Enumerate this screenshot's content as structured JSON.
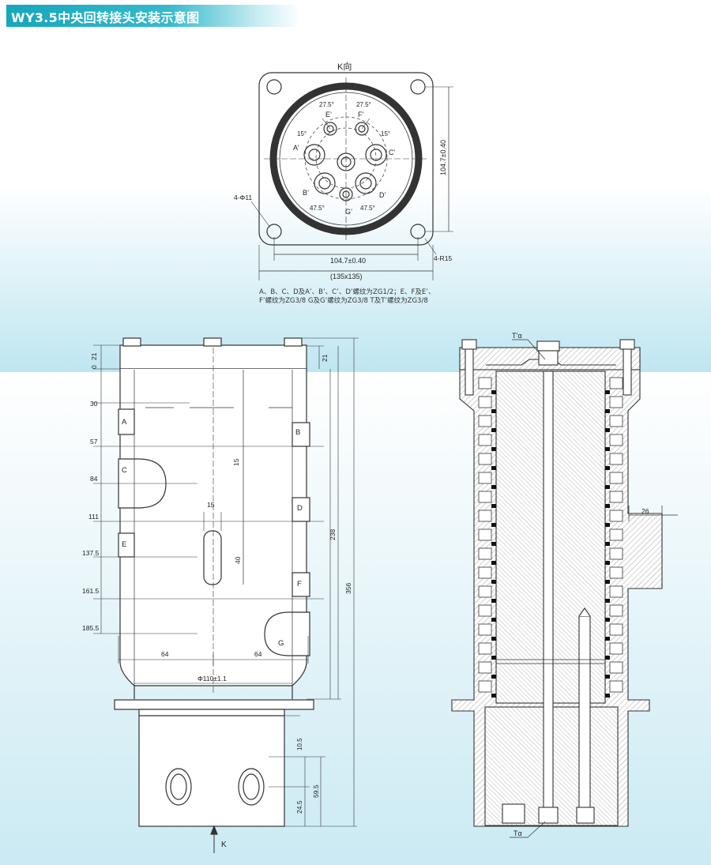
{
  "title": "WY3.5中央回转接头安装示意图",
  "note": "A、B、C、D及A’、B’、C’、D’螺纹为ZG1/2；E、F及E’、F’螺纹为ZG3/8 G及G’螺纹为ZG3/8 T及T’螺纹为ZG3/8",
  "top_view": {
    "view_label": "K向",
    "port_labels": [
      "E’",
      "F’",
      "A’",
      "C’",
      "B’",
      "D’",
      "G’"
    ],
    "angles": [
      "27.5°",
      "27.5°",
      "15°",
      "15°",
      "47.5°",
      "47.5°"
    ],
    "dim_horizontal": "104.7±0.40",
    "dim_overall": "(135x135)",
    "dim_vertical": "104.7±0.40",
    "holes": "4-Φ11",
    "corners": "4-R15"
  },
  "side_view": {
    "ports": [
      "A",
      "B",
      "C",
      "D",
      "E",
      "F",
      "G"
    ],
    "heights": [
      "21",
      "0",
      "30",
      "57",
      "84",
      "111",
      "137.5",
      "161.5",
      "185.5"
    ],
    "dim_21_right": "21",
    "slot_width": "15",
    "slot_height": "40",
    "dim_15": "15",
    "dim_238": "238",
    "dim_356": "356",
    "offset_left": "64",
    "offset_right": "64",
    "diameter": "Φ110±1.1",
    "base_dims": [
      "10.5",
      "24.5",
      "59.5"
    ],
    "view_arrow": "K"
  },
  "section_view": {
    "thread_top": "T’α",
    "thread_bottom": "Tα",
    "dim_26": "26"
  },
  "colors": {
    "header": "#1aa9be",
    "band_top": "#ffffff",
    "band_bottom": "#bfe6f1",
    "line": "#333333",
    "hatch": "#888888"
  }
}
